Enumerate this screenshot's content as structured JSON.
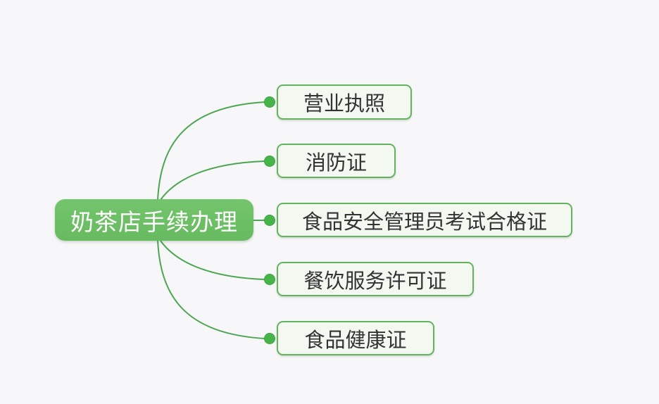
{
  "diagram": {
    "type": "mindmap",
    "root": {
      "label": "奶茶店手续办理"
    },
    "branches": [
      {
        "label": "营业执照"
      },
      {
        "label": "消防证"
      },
      {
        "label": "食品安全管理员考试合格证"
      },
      {
        "label": "餐饮服务许可证"
      },
      {
        "label": "食品健康证"
      }
    ],
    "colors": {
      "background": "#f7f7f9",
      "root_fill": "#6cbe64",
      "root_text": "#ffffff",
      "branch_fill": "#f3f8f1",
      "branch_border": "#64b25e",
      "branch_text": "#333333",
      "edge_stroke": "#4ca551",
      "dot_fill": "#47b449"
    }
  }
}
